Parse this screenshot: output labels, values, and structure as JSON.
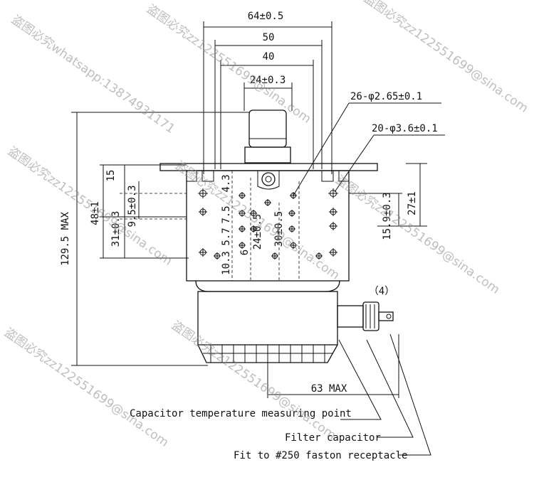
{
  "dimensions": {
    "overall_width": "64±0.5",
    "mount_50": "50",
    "mount_40": "40",
    "antenna_24": "24±0.3",
    "holes_26": "26-φ2.65±0.1",
    "holes_20": "20-φ3.6±0.1",
    "height_max": "129.5 MAX",
    "dim_48": "48±1",
    "dim_31": "31±0.3",
    "dim_15": "15",
    "dim_9_5": "9.5±0.3",
    "dim_4_3": "4.3",
    "dim_5_7_5": "5.7",
    "dim_7_5": "7.5",
    "dim_10_3": "10.3",
    "dim_6": "6",
    "dim_24_v": "24±0.5",
    "dim_30": "30±0.5",
    "dim_27": "27±1",
    "dim_15_9": "15.9±0.3",
    "depth_max": "63 MAX",
    "callout_4": "（4）"
  },
  "labels": {
    "capacitor_point": "Capacitor temperature measuring point",
    "filter_capacitor": "Filter capacitor",
    "faston": "Fit to #250 faston receptacle"
  },
  "watermarks": [
    "盗图必究zz122551699@sina.com",
    "盗图必究whatsapp:13874931171",
    "盗图必究zz122551699@sina.com",
    "盗图必究zz122551699@sina.com",
    "盗图必究zz122551699@sina.com",
    "盗图必究zz122551699@sina.com",
    "盗图必究zz122551699@sina.com",
    "盗图必究zz122551699@sina.com"
  ]
}
